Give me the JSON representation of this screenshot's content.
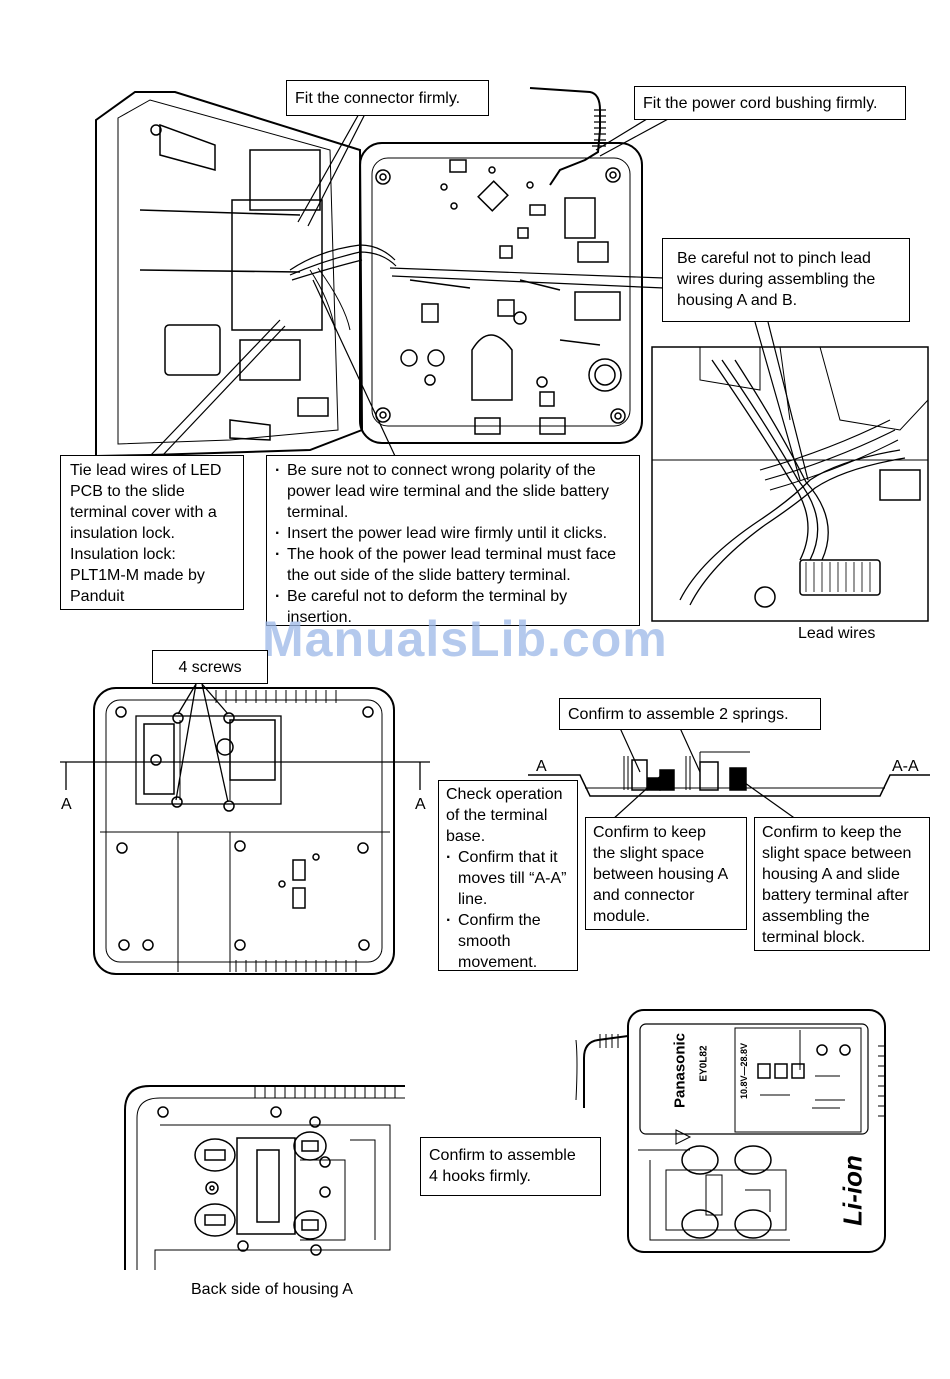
{
  "callouts": {
    "fit_connector": "Fit the connector firmly.",
    "fit_bushing": "Fit the power cord bushing firmly.",
    "careful_pinch": [
      "Be careful not to pinch lead",
      "wires during assembling the",
      "housing A and B."
    ],
    "tie_lead": [
      "Tie lead wires of LED",
      "PCB to the slide",
      "terminal cover with a",
      "insulation lock.",
      "Insulation lock:",
      "PLT1M-M made by",
      "Panduit"
    ],
    "polarity_notes": [
      "Be sure not to connect wrong polarity of the power lead wire terminal and the slide battery terminal.",
      "Insert the power lead wire firmly until it clicks.",
      "The hook of the power lead terminal must face the out side of the slide battery terminal.",
      "Be careful not to deform the terminal by insertion."
    ],
    "four_screws": "4 screws",
    "two_springs": "Confirm to assemble 2 springs.",
    "check_operation": {
      "intro": [
        "Check operation",
        "of the terminal",
        "base."
      ],
      "bullets": [
        "Confirm that it moves till “A-A” line.",
        "Confirm the smooth movement."
      ]
    },
    "slight_space_connector": [
      "Confirm to keep",
      "the slight space",
      "between housing A",
      "and connector",
      "module."
    ],
    "slight_space_terminal": [
      "Confirm to keep the",
      "slight space between",
      "housing A and slide",
      "battery terminal after",
      "assembling the",
      "terminal block."
    ],
    "four_hooks": [
      "Confirm to assemble",
      "4 hooks firmly."
    ]
  },
  "labels": {
    "lead_wires": "Lead wires",
    "section_a_left": "A",
    "section_a_right": "A",
    "section_a_small": "A",
    "section_aa": "A-A",
    "back_side": "Back side of housing A"
  },
  "charger": {
    "brand": "Panasonic",
    "model": "EY0L82",
    "voltage": "10.8V—28.8V",
    "battery_type": "Li-ion"
  },
  "watermark": "ManualsLib.com"
}
